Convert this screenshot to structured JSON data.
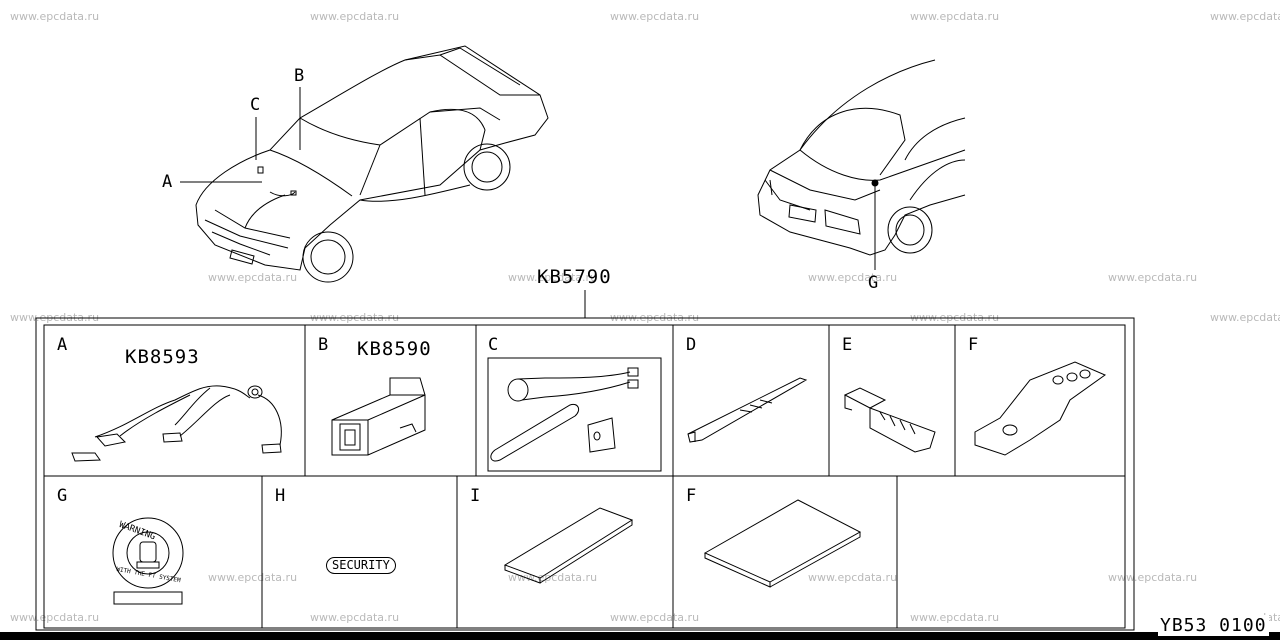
{
  "watermark": "www.epcdata.ru",
  "callouts": {
    "a": "A",
    "b": "B",
    "c": "C",
    "g": "G"
  },
  "kit_code": "KB5790",
  "parts": {
    "a": {
      "letter": "A",
      "code": "KB8593"
    },
    "b": {
      "letter": "B",
      "code": "KB8590"
    },
    "c": {
      "letter": "C"
    },
    "d": {
      "letter": "D"
    },
    "e": {
      "letter": "E"
    },
    "f": {
      "letter": "F"
    },
    "g": {
      "letter": "G",
      "sticker_text": "WARNING",
      "sticker_sub": "WITH THE FT SYSTEM"
    },
    "h": {
      "letter": "H",
      "label_text": "SECURITY"
    },
    "i": {
      "letter": "I"
    },
    "f2": {
      "letter": "F"
    }
  },
  "doc_code": "YB53 0100"
}
